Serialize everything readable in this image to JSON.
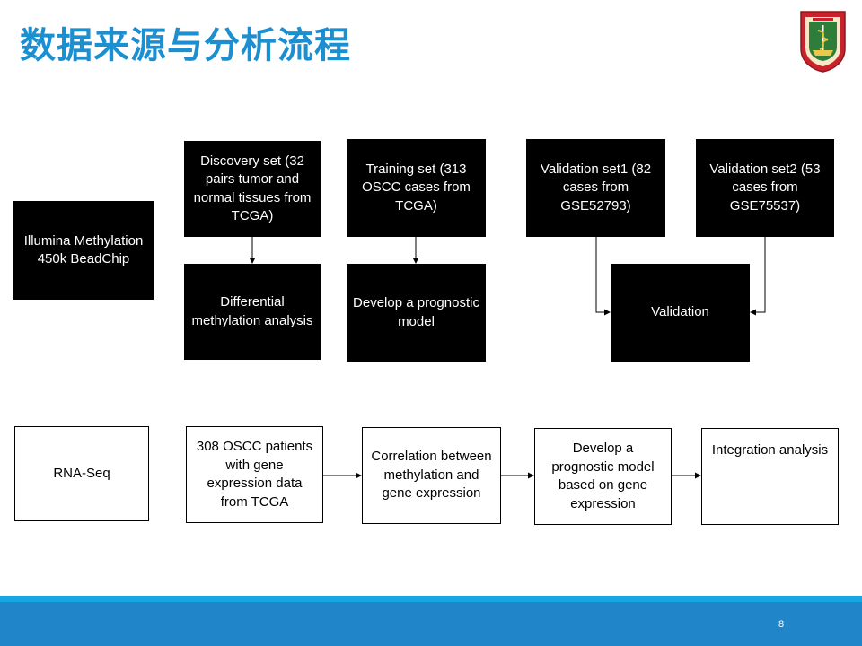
{
  "slide": {
    "title": "数据来源与分析流程",
    "page_number": "8",
    "colors": {
      "title": "#1b8fd0",
      "footer": "#2085c9",
      "footer_stripe": "#16a6e3",
      "dark_box": "#000000",
      "light_box_border": "#000000"
    }
  },
  "logo": {
    "icon": "university-crest-icon"
  },
  "methylation": {
    "platform": "Illumina Methylation 450k BeadChip",
    "discovery": "Discovery set (32 pairs tumor and normal tissues from TCGA)",
    "training": "Training set (313 OSCC cases from TCGA)",
    "validation1": "Validation set1 (82 cases from GSE52793)",
    "validation2": "Validation set2 (53 cases from GSE75537)",
    "differential": "Differential methylation analysis",
    "develop_model": "Develop a prognostic model",
    "validation": "Validation"
  },
  "rnaseq": {
    "platform": "RNA-Seq",
    "patients": "308 OSCC patients with gene expression data from TCGA",
    "correlation": "Correlation between methylation and gene expression",
    "develop_model": "Develop a prognostic model based on gene expression",
    "integration": "Integration analysis"
  }
}
